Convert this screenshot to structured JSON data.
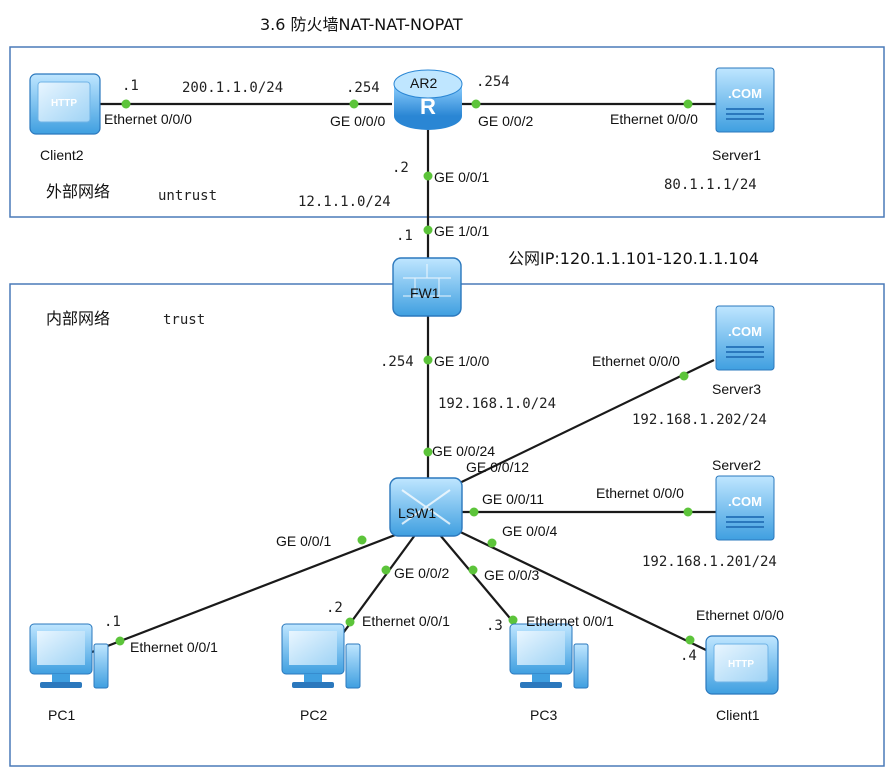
{
  "title": "3.6 防火墙NAT-NAT-NOPAT",
  "zones": {
    "outside": {
      "name": "外部网络",
      "tag": "untrust"
    },
    "inside": {
      "name": "内部网络",
      "tag": "trust"
    }
  },
  "public_ip": "公网IP:120.1.1.101-120.1.1.104",
  "devices": {
    "client2": "Client2",
    "ar2": "AR2",
    "server1": "Server1",
    "fw1": "FW1",
    "server3": "Server3",
    "server2": "Server2",
    "lsw1": "LSW1",
    "pc1": "PC1",
    "pc2": "PC2",
    "pc3": "PC3",
    "client1": "Client1"
  },
  "networks": {
    "client2_ar2": "200.1.1.0/24",
    "ar2_fw1": "12.1.1.0/24",
    "server1_ip": "80.1.1.1/24",
    "fw1_lsw1": "192.168.1.0/24",
    "server3_ip": "192.168.1.202/24",
    "server2_ip": "192.168.1.201/24"
  },
  "ports": {
    "client2_eth": "Ethernet 0/0/0",
    "ar2_g000": "GE 0/0/0",
    "ar2_g002": "GE 0/0/2",
    "server1_eth": "Ethernet 0/0/0",
    "ar2_g001": "GE 0/0/1",
    "fw1_g101": "GE 1/0/1",
    "fw1_g100": "GE 1/0/0",
    "lsw1_g0024": "GE 0/0/24",
    "lsw1_g0012": "GE 0/0/12",
    "lsw1_g0011": "GE 0/0/11",
    "lsw1_g004": "GE 0/0/4",
    "lsw1_g001": "GE 0/0/1",
    "lsw1_g002": "GE 0/0/2",
    "lsw1_g003": "GE 0/0/3",
    "server3_eth": "Ethernet 0/0/0",
    "server2_eth": "Ethernet 0/0/0",
    "pc1_eth": "Ethernet 0/0/1",
    "pc2_eth": "Ethernet 0/0/1",
    "pc3_eth": "Ethernet 0/0/1",
    "client1_eth": "Ethernet 0/0/0"
  },
  "hosts": {
    "client2": ".1",
    "ar2_left": ".254",
    "ar2_right": ".254",
    "ar2_down": ".2",
    "fw1_up": ".1",
    "fw1_down": ".254",
    "pc1": ".1",
    "pc2": ".2",
    "pc3": ".3",
    "client1": ".4"
  },
  "icon_labels": {
    "http": "HTTP",
    "com": ".COM",
    "router": "R"
  },
  "colors": {
    "link": "#1a1a1a",
    "port_dot": "#5cc43a",
    "zone_border": "#4a7ab8",
    "device_blue": "#3f9fe0"
  }
}
